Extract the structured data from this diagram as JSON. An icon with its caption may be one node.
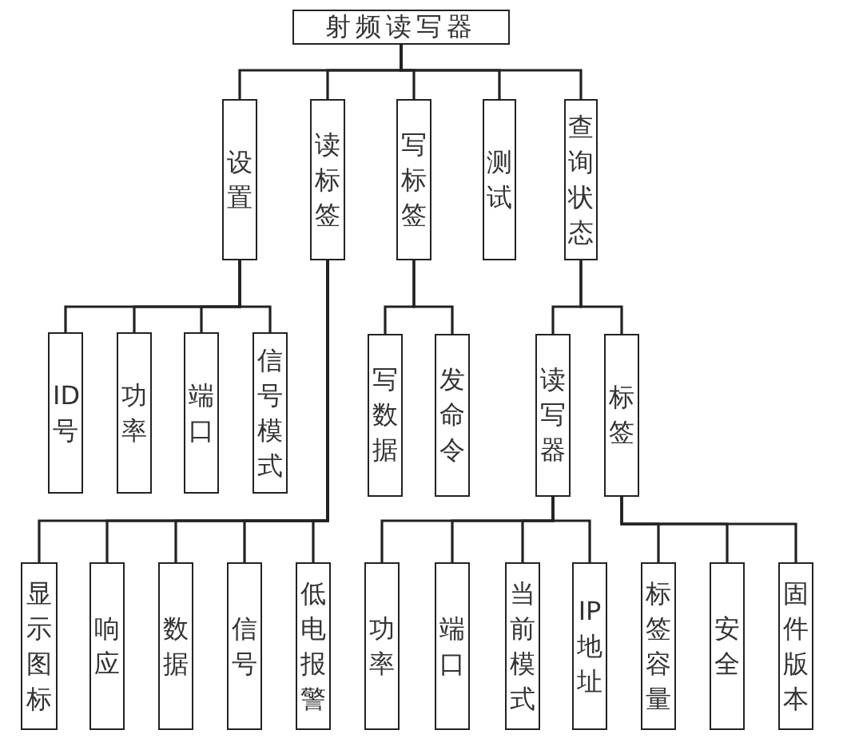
{
  "diagram": {
    "nodes": [
      {
        "text": [
          "射频读写器"
        ]
      },
      {
        "text": [
          "设置"
        ]
      },
      {
        "text": [
          "读标签"
        ]
      },
      {
        "text": [
          "写标签"
        ]
      },
      {
        "text": [
          "测试"
        ]
      },
      {
        "text": [
          "查询状态"
        ]
      },
      {
        "text": [
          "ID号"
        ]
      },
      {
        "text": [
          "功率"
        ]
      },
      {
        "text": [
          "端口"
        ]
      },
      {
        "text": [
          "信号模式"
        ]
      },
      {
        "text": [
          "写数据"
        ]
      },
      {
        "text": [
          "发命令"
        ]
      },
      {
        "text": [
          "读写器"
        ]
      },
      {
        "text": [
          "标签"
        ]
      },
      {
        "text": [
          "显示图标"
        ]
      },
      {
        "text": [
          "响应"
        ]
      },
      {
        "text": [
          "数据"
        ]
      },
      {
        "text": [
          "信号"
        ]
      },
      {
        "text": [
          "低电报警"
        ]
      },
      {
        "text": [
          "功率"
        ]
      },
      {
        "text": [
          "端口"
        ]
      },
      {
        "text": [
          "当前模式"
        ]
      },
      {
        "text": [
          "IP地址"
        ]
      },
      {
        "text": [
          "标签容量"
        ]
      },
      {
        "text": [
          "安全"
        ]
      },
      {
        "text": [
          "固件版本"
        ]
      }
    ],
    "edges": [
      {
        "from": 0,
        "to": 1,
        "arrow": "none"
      },
      {
        "from": 0,
        "to": 2,
        "arrow": "none"
      },
      {
        "from": 0,
        "to": 3,
        "arrow": "none"
      },
      {
        "from": 0,
        "to": 4,
        "arrow": "none"
      },
      {
        "from": 0,
        "to": 5,
        "arrow": "none"
      },
      {
        "from": 1,
        "to": 6,
        "arrow": "none"
      },
      {
        "from": 1,
        "to": 7,
        "arrow": "none"
      },
      {
        "from": 1,
        "to": 8,
        "arrow": "none"
      },
      {
        "from": 1,
        "to": 9,
        "arrow": "none"
      },
      {
        "from": 3,
        "to": 10,
        "arrow": "none"
      },
      {
        "from": 3,
        "to": 11,
        "arrow": "none"
      },
      {
        "from": 5,
        "to": 12,
        "arrow": "none"
      },
      {
        "from": 5,
        "to": 13,
        "arrow": "none"
      },
      {
        "from": 2,
        "to": 14,
        "arrow": "none"
      },
      {
        "from": 2,
        "to": 15,
        "arrow": "none"
      },
      {
        "from": 2,
        "to": 16,
        "arrow": "none"
      },
      {
        "from": 2,
        "to": 17,
        "arrow": "none"
      },
      {
        "from": 2,
        "to": 18,
        "arrow": "none"
      },
      {
        "from": 12,
        "to": 19,
        "arrow": "none"
      },
      {
        "from": 12,
        "to": 20,
        "arrow": "none"
      },
      {
        "from": 12,
        "to": 21,
        "arrow": "none"
      },
      {
        "from": 12,
        "to": 22,
        "arrow": "none"
      },
      {
        "from": 13,
        "to": 23,
        "arrow": "none"
      },
      {
        "from": 13,
        "to": 24,
        "arrow": "none"
      },
      {
        "from": 13,
        "to": 25,
        "arrow": "none"
      }
    ]
  }
}
